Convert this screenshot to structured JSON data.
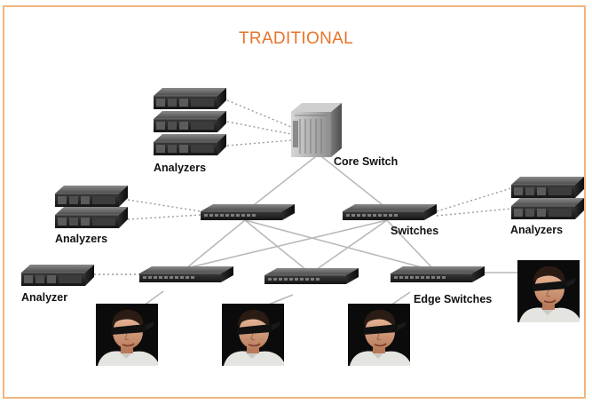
{
  "title": "TRADITIONAL",
  "colors": {
    "title": "#e8742a",
    "frame": "#f0b67e",
    "links_solid": "#b9b9b9",
    "links_dotted": "#9a9a9a",
    "device_dark": "#2e2e2e"
  },
  "labels": {
    "core_switch": "Core Switch",
    "switches": "Switches",
    "edge_switches": "Edge Switches",
    "analyzers_top": "Analyzers",
    "analyzers_left": "Analyzers",
    "analyzers_right": "Analyzers",
    "analyzer_single": "Analyzer"
  },
  "icons": {
    "analyzer": "rack-server-icon",
    "core_switch": "tower-chassis-icon",
    "switch": "network-switch-icon",
    "user": "blindfolded-user-photo"
  }
}
